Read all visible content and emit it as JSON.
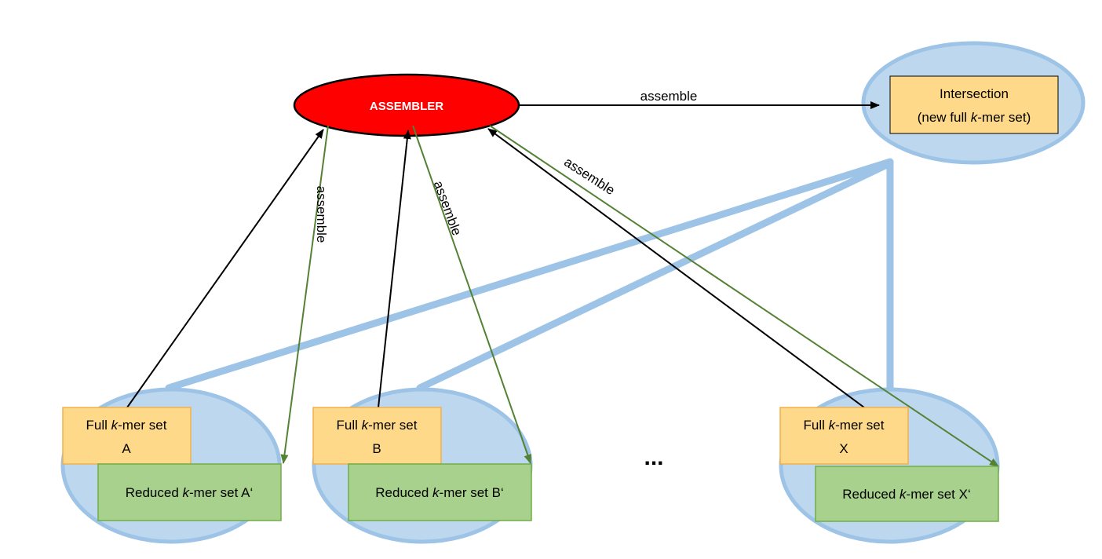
{
  "diagram": {
    "assembler_label": "ASSEMBLER",
    "edge_label": "assemble",
    "intersection": {
      "line1": "Intersection",
      "line2_prefix": "(new full ",
      "line2_k": "k",
      "line2_suffix": "-mer set)"
    },
    "ellipsis": "...",
    "sets": [
      {
        "full_prefix": "Full ",
        "k": "k",
        "full_suffix": "-mer set",
        "full_id": "A",
        "reduced_prefix": "Reduced ",
        "reduced_suffix": "-mer set A‘"
      },
      {
        "full_prefix": "Full ",
        "k": "k",
        "full_suffix": "-mer set",
        "full_id": "B",
        "reduced_prefix": "Reduced ",
        "reduced_suffix": "-mer set B‘"
      },
      {
        "full_prefix": "Full ",
        "k": "k",
        "full_suffix": "-mer set",
        "full_id": "X",
        "reduced_prefix": "Reduced ",
        "reduced_suffix": "-mer set X‘"
      }
    ]
  },
  "colors": {
    "assembler_fill": "#ff0000",
    "node_ellipse_fill": "#bdd7ee",
    "node_ellipse_stroke": "#9dc3e6",
    "full_box_fill": "#ffd98a",
    "full_box_stroke": "#f1b04c",
    "reduced_box_fill": "#a9d18e",
    "reduced_box_stroke": "#70ad47",
    "arrow_black": "#000000",
    "arrow_green": "#548235"
  }
}
